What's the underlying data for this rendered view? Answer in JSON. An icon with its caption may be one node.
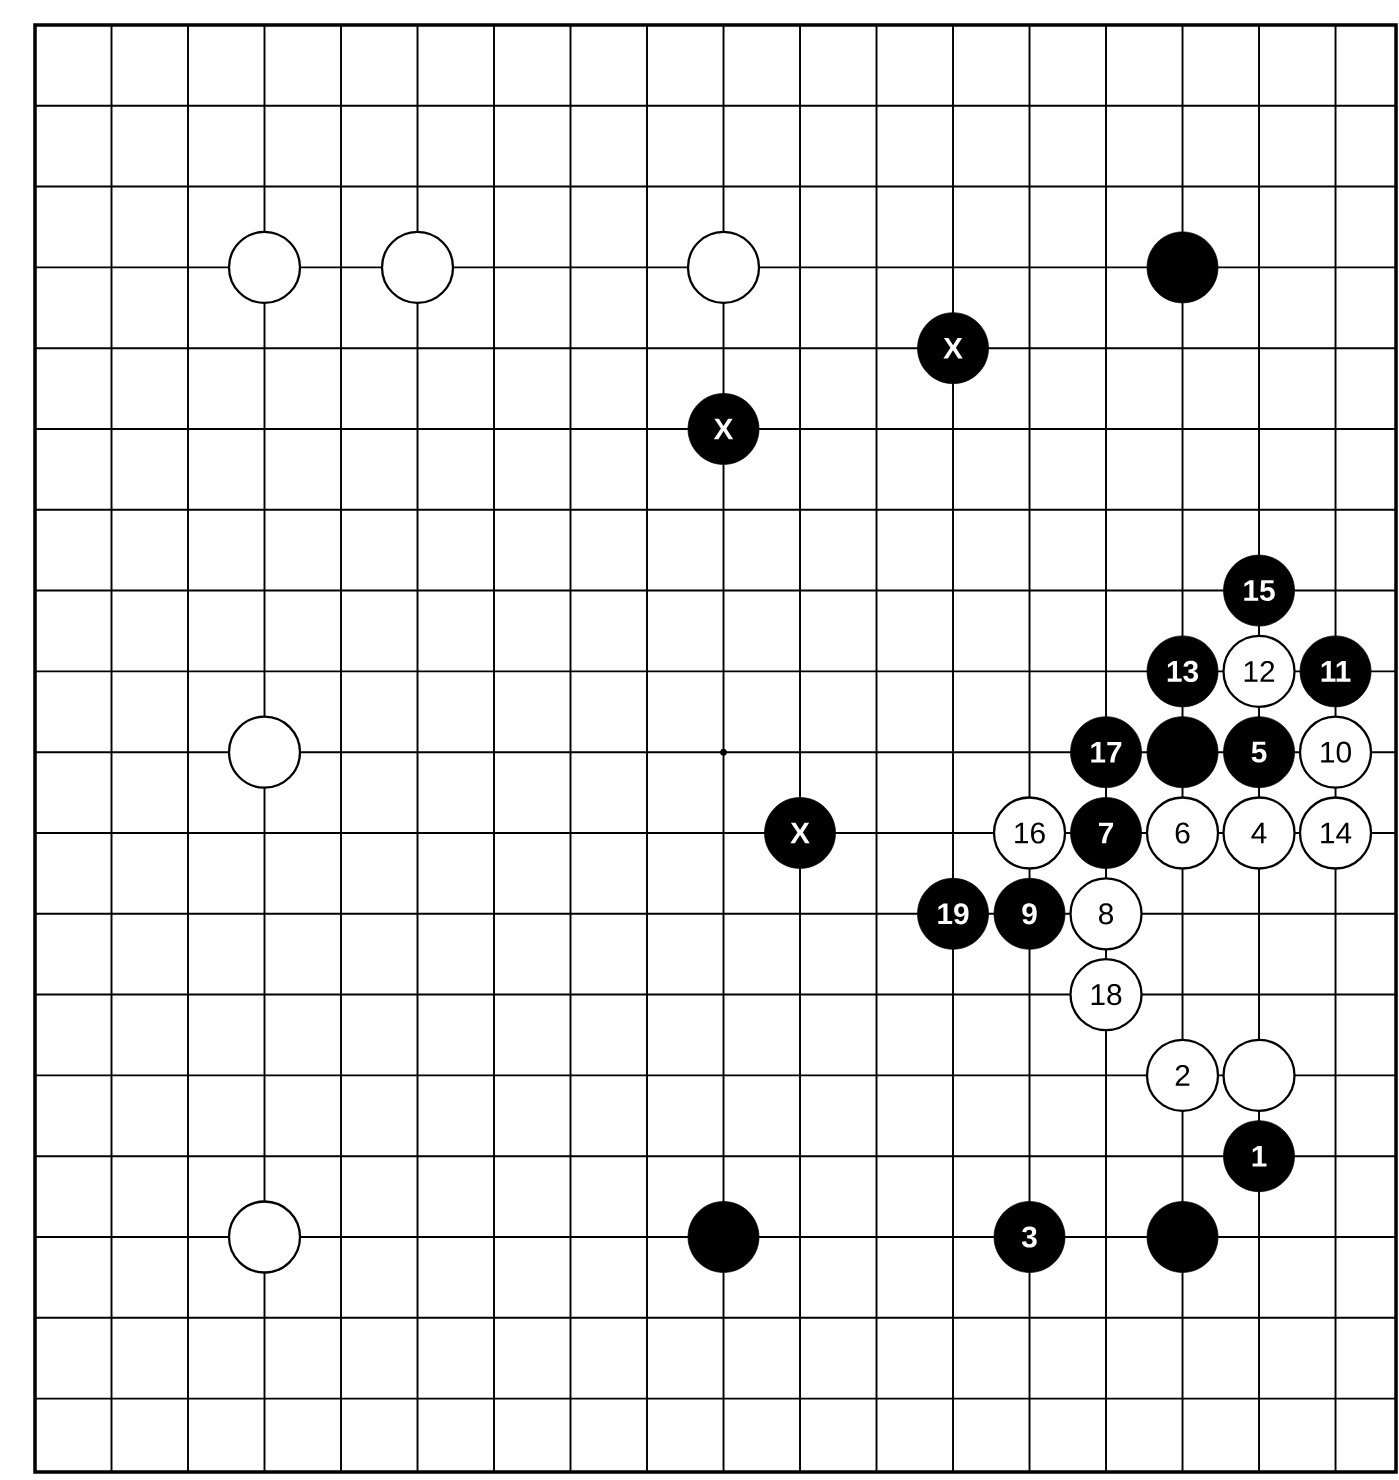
{
  "diagram": {
    "nodes": [
      {
        "text": [],
        "shape": "circle"
      },
      {
        "text": [],
        "shape": "circle"
      },
      {
        "text": [],
        "shape": "circle"
      },
      {
        "text": [],
        "shape": "circle"
      },
      {
        "text": [
          "X"
        ]
      },
      {
        "text": [
          "X"
        ]
      },
      {
        "text": [
          "15"
        ]
      },
      {
        "text": [
          "13"
        ]
      },
      {
        "text": [
          "12"
        ]
      },
      {
        "text": [
          "11"
        ]
      },
      {
        "text": [],
        "shape": "circle"
      },
      {
        "text": [
          "17"
        ]
      },
      {
        "text": [],
        "shape": "circle"
      },
      {
        "text": [
          "5"
        ]
      },
      {
        "text": [
          "10"
        ]
      },
      {
        "text": [
          "X"
        ]
      },
      {
        "text": [
          "16"
        ]
      },
      {
        "text": [
          "7"
        ]
      },
      {
        "text": [
          "6"
        ]
      },
      {
        "text": [
          "4"
        ]
      },
      {
        "text": [
          "14"
        ]
      },
      {
        "text": [
          "19"
        ]
      },
      {
        "text": [
          "9"
        ]
      },
      {
        "text": [
          "8"
        ]
      },
      {
        "text": [
          "18"
        ]
      },
      {
        "text": [
          "2"
        ]
      },
      {
        "text": [],
        "shape": "circle"
      },
      {
        "text": [
          "1"
        ]
      },
      {
        "text": [],
        "shape": "circle"
      },
      {
        "text": [],
        "shape": "circle"
      },
      {
        "text": [
          "3"
        ]
      },
      {
        "text": [],
        "shape": "circle"
      }
    ],
    "edges": []
  }
}
